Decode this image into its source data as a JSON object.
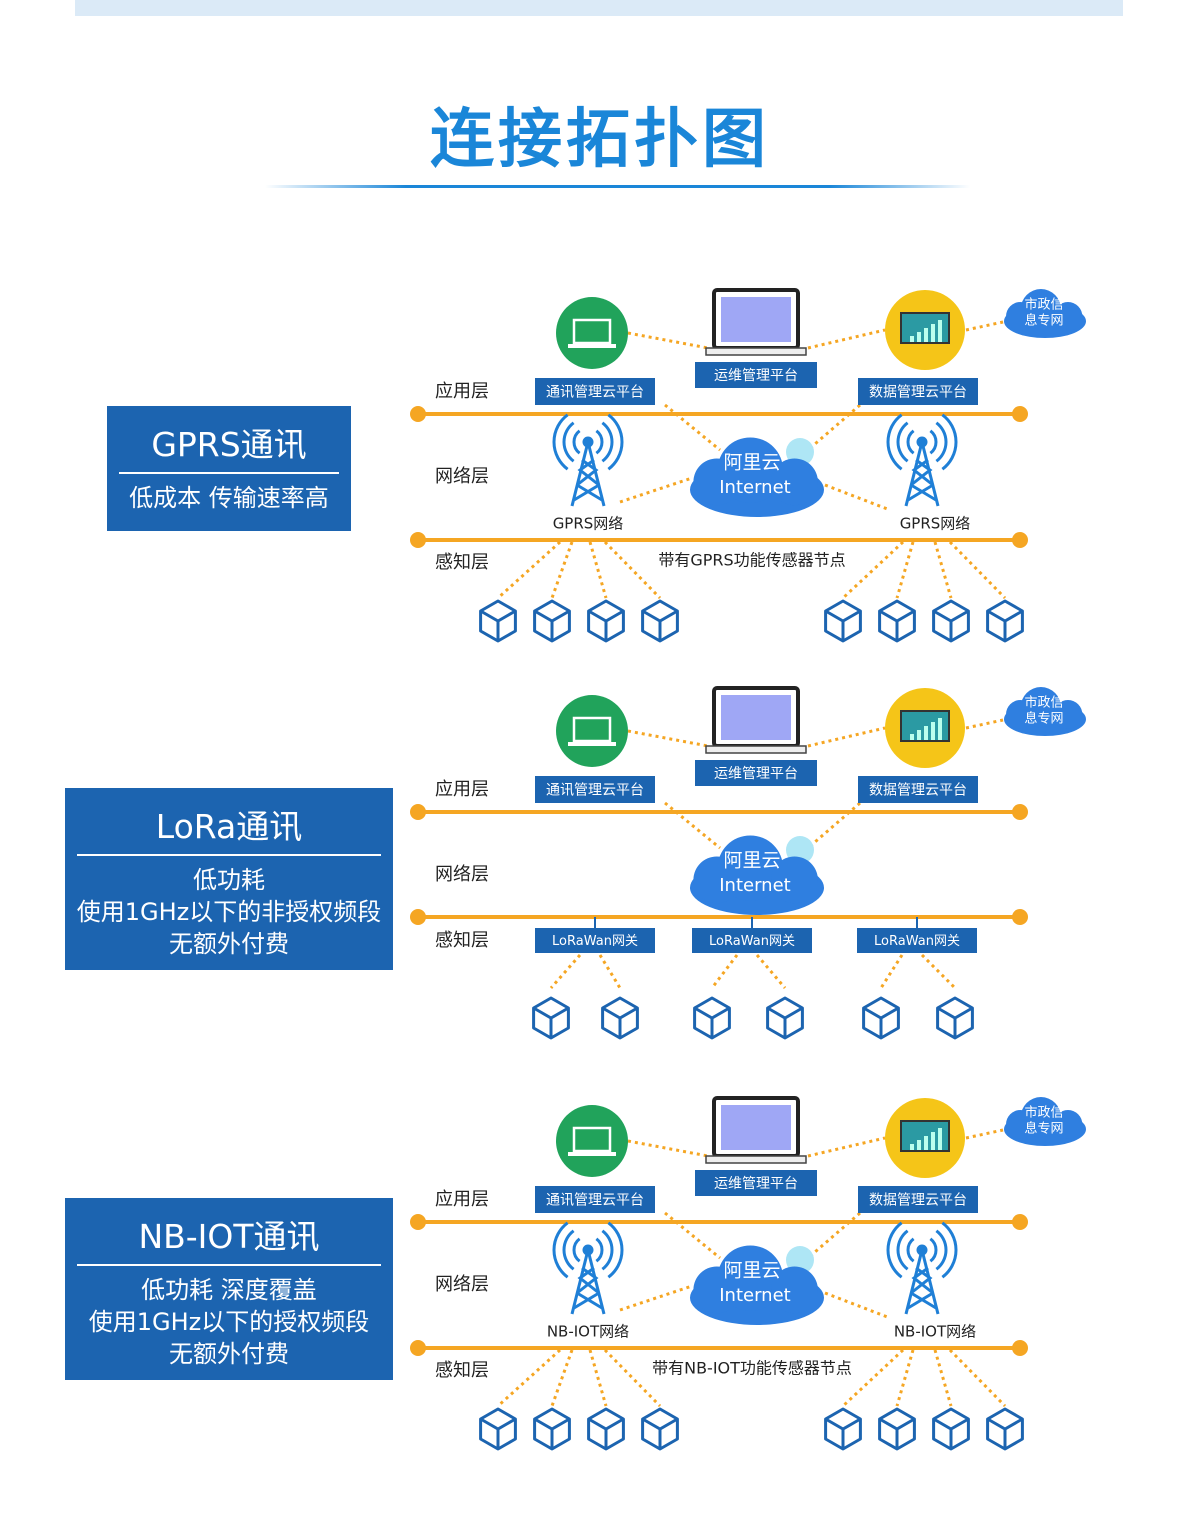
{
  "title": "连接拓扑图",
  "colors": {
    "blue": "#1c64b0",
    "orange": "#f5a623",
    "cloud": "#2f7fe0",
    "green": "#21a35b",
    "yellow": "#f5c518"
  },
  "common": {
    "app_layer": "应用层",
    "net_layer": "网络层",
    "sense_layer": "感知层",
    "comm_platform": "通讯管理云平台",
    "ops_platform": "运维管理平台",
    "data_platform": "数据管理云平台",
    "municipal_cloud": [
      "市政信",
      "息专网"
    ],
    "aliyun": [
      "阿里云",
      "Internet"
    ]
  },
  "sections": [
    {
      "id": "gprs",
      "heading": "GPRS通讯",
      "desc": [
        "低成本 传输速率高"
      ],
      "network_label": "GPRS网络",
      "sensor_caption": "带有GPRS功能传感器节点"
    },
    {
      "id": "lora",
      "heading": "LoRa通讯",
      "desc": [
        "低功耗",
        "使用1GHz以下的非授权频段",
        "无额外付费"
      ],
      "gateway_label": "LoRaWan网关"
    },
    {
      "id": "nbiot",
      "heading": "NB-IOT通讯",
      "desc": [
        "低功耗 深度覆盖",
        "使用1GHz以下的授权频段",
        "无额外付费"
      ],
      "network_label": "NB-IOT网络",
      "sensor_caption": "带有NB-IOT功能传感器节点"
    }
  ]
}
